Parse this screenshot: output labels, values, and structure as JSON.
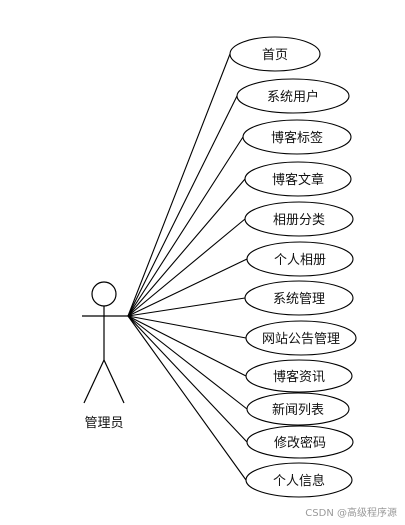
{
  "actor": {
    "label": "管理员"
  },
  "use_cases": [
    "首页",
    "系统用户",
    "博客标签",
    "博客文章",
    "相册分类",
    "个人相册",
    "系统管理",
    "网站公告管理",
    "博客资讯",
    "新闻列表",
    "修改密码",
    "个人信息"
  ],
  "watermark": "CSDN @高级程序源",
  "colors": {
    "stroke": "#000000",
    "fill": "#ffffff",
    "text": "#111111"
  }
}
